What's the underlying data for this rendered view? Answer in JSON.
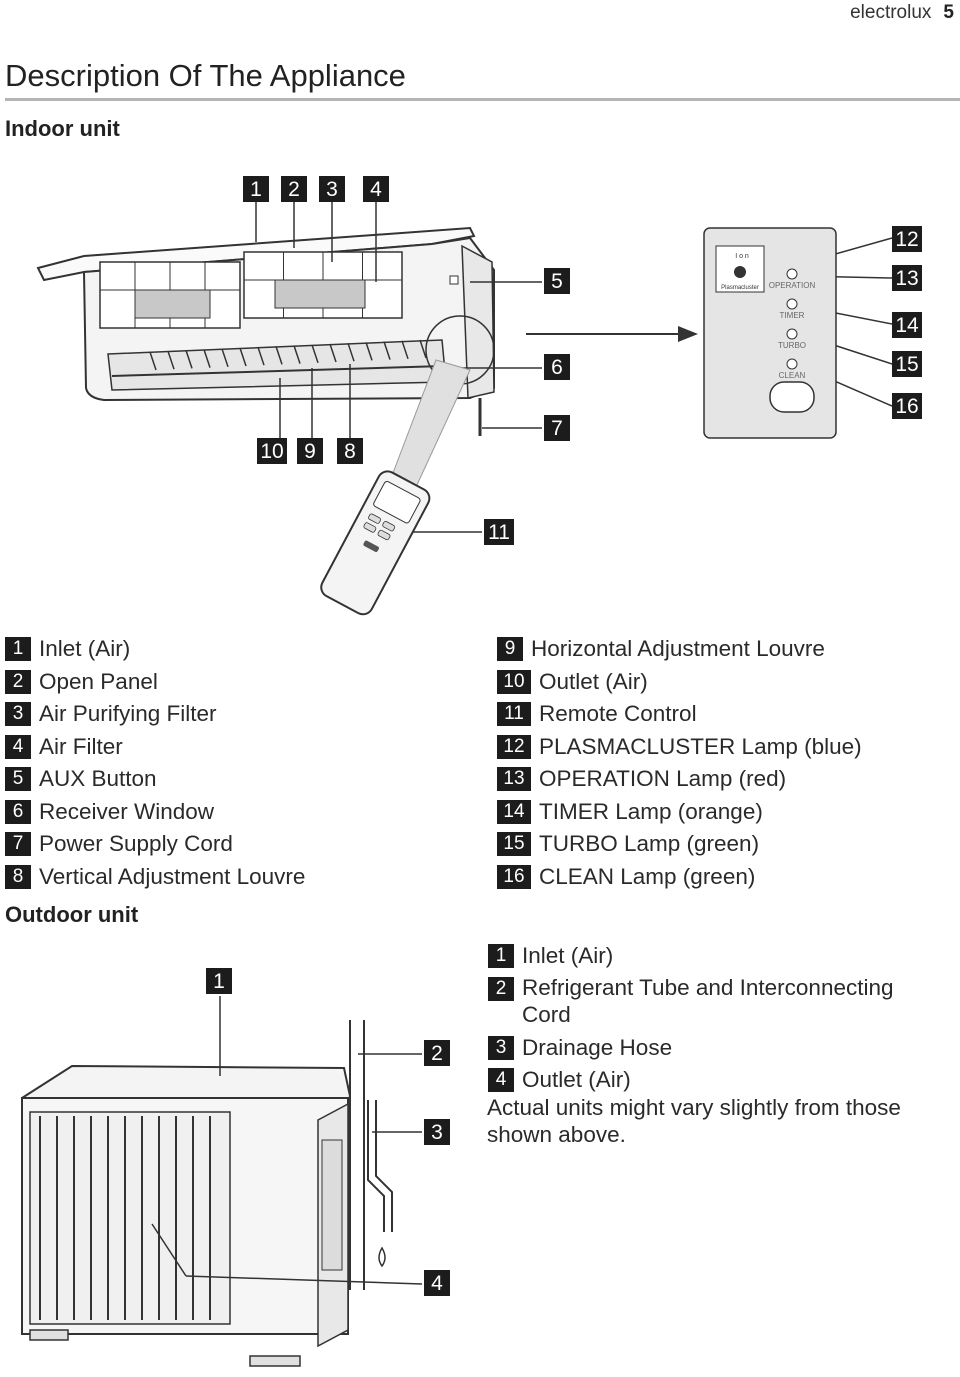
{
  "header": {
    "brand": "electrolux",
    "page": "5"
  },
  "title": "Description Of The Appliance",
  "indoor": {
    "heading": "Indoor unit",
    "callouts": [
      "1",
      "2",
      "3",
      "4",
      "5",
      "6",
      "7",
      "8",
      "9",
      "10",
      "11",
      "12",
      "13",
      "14",
      "15",
      "16"
    ],
    "panel_labels": {
      "on": "I o n",
      "plasmacluster": "Plasmacluster",
      "operation": "OPERATION",
      "timer": "TIMER",
      "turbo": "TURBO",
      "clean": "CLEAN"
    },
    "legend_left": [
      {
        "num": "1",
        "label": "Inlet (Air)"
      },
      {
        "num": "2",
        "label": "Open Panel"
      },
      {
        "num": "3",
        "label": "Air Purifying Filter"
      },
      {
        "num": "4",
        "label": "Air Filter"
      },
      {
        "num": "5",
        "label": "AUX Button"
      },
      {
        "num": "6",
        "label": "Receiver Window"
      },
      {
        "num": "7",
        "label": "Power Supply Cord"
      },
      {
        "num": "8",
        "label": "Vertical Adjustment Louvre"
      }
    ],
    "legend_right": [
      {
        "num": "9",
        "label": "Horizontal Adjustment Louvre"
      },
      {
        "num": "10",
        "label": "Outlet (Air)"
      },
      {
        "num": "11",
        "label": "Remote Control"
      },
      {
        "num": "12",
        "label": "PLASMACLUSTER Lamp (blue)"
      },
      {
        "num": "13",
        "label": "OPERATION Lamp (red)"
      },
      {
        "num": "14",
        "label": "TIMER Lamp (orange)"
      },
      {
        "num": "15",
        "label": "TURBO Lamp (green)"
      },
      {
        "num": "16",
        "label": "CLEAN Lamp (green)"
      }
    ]
  },
  "outdoor": {
    "heading": "Outdoor unit",
    "callouts": [
      "1",
      "2",
      "3",
      "4"
    ],
    "legend": [
      {
        "num": "1",
        "label": "Inlet (Air)"
      },
      {
        "num": "2",
        "label": "Refrigerant Tube and Interconnecting Cord"
      },
      {
        "num": "3",
        "label": "Drainage Hose"
      },
      {
        "num": "4",
        "label": "Outlet (Air)"
      }
    ],
    "note": "Actual units might vary slightly from those shown above."
  }
}
